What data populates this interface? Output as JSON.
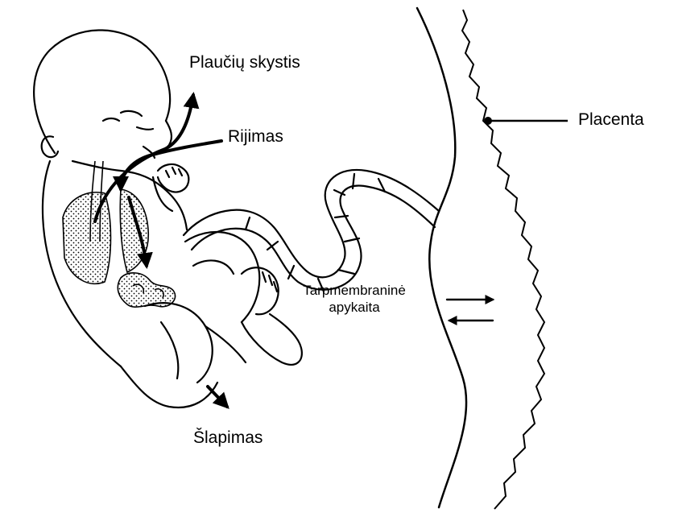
{
  "labels": {
    "lung_fluid": "Plaučių skystis",
    "swallowing": "Rijimas",
    "placenta": "Placenta",
    "exchange_line1": "Tarpmembraninė",
    "exchange_line2": "apykaita",
    "urination": "Šlapimas"
  },
  "colors": {
    "ink": "#000000",
    "background": "#ffffff"
  }
}
